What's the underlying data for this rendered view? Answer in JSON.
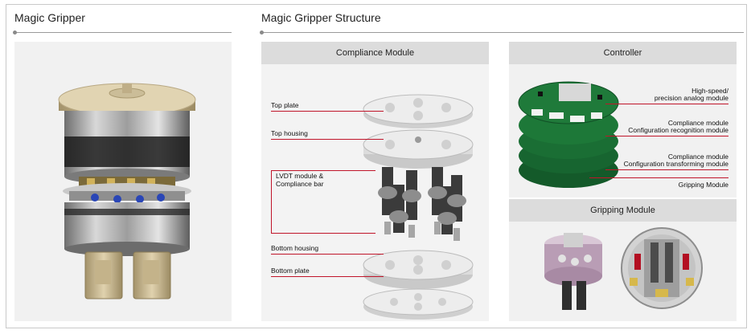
{
  "left_section": {
    "title": "Magic Gripper"
  },
  "right_section": {
    "title": "Magic Gripper Structure"
  },
  "compliance_module": {
    "header": "Compliance Module",
    "labels": {
      "top_plate": "Top plate",
      "top_housing": "Top housing",
      "lvdt_line1": "LVDT module &",
      "lvdt_line2": "Compliance bar",
      "bottom_housing": "Bottom housing",
      "bottom_plate": "Bottom plate"
    }
  },
  "controller": {
    "header": "Controller",
    "labels": {
      "high_speed_line1": "High-speed/",
      "high_speed_line2": "precision analog module",
      "comp_recog_line1": "Compliance module",
      "comp_recog_line2": "Configuration recognition module",
      "comp_trans_line1": "Compliance module",
      "comp_trans_line2": "Configuration transforming module",
      "gripping": "Gripping Module"
    }
  },
  "gripping_module": {
    "header": "Gripping Module"
  },
  "colors": {
    "accent_line": "#c0152a",
    "panel_head": "#dcdcdc",
    "panel_bg": "#f1f1f1",
    "pcb_green": "#1f7a3a"
  }
}
